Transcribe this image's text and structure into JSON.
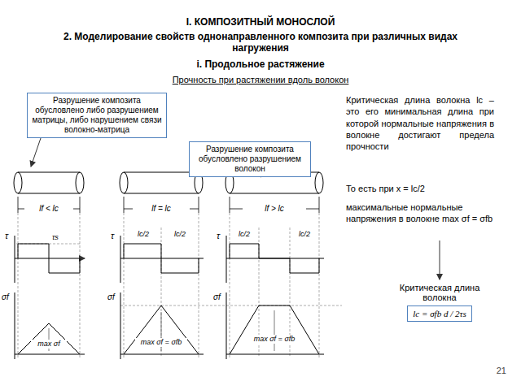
{
  "diagram": {
    "title": "I. КОМПОЗИТНЫЙ МОНОСЛОЙ",
    "nodes": [
      {
        "text": [
          "Разрушение композита обусловлено либо разрушением матрицы, либо нарушением связи волокно-матрица"
        ]
      },
      {
        "text": [
          "Разрушение композита обусловлено разрушением волокон"
        ]
      },
      {
        "text": [
          "Критическая длина волокна",
          "lc = σfb d / 2τs"
        ]
      }
    ],
    "labels": [
      "2. Моделирование свойств однонаправленного композита при различных видах нагружения",
      "i. Продольное растяжение",
      "Прочность при растяжении вдоль волокон",
      "Критическая длина волокна lc – это его минимальная длина при которой нормальные напряжения в волокне достигают предела прочности",
      "То есть при x = lc/2",
      "максимальные нормальные напряжения в волокне max σf = σfb",
      "lf < lc",
      "lf = lc",
      "lf > lc",
      "τ",
      "τs",
      "τ",
      "lc/2",
      "lc/2",
      "τ",
      "lc/2",
      "lc/2",
      "σf",
      "max σf",
      "σf",
      "max σf = σfb",
      "σf",
      "max σf = σfb",
      "21"
    ]
  }
}
